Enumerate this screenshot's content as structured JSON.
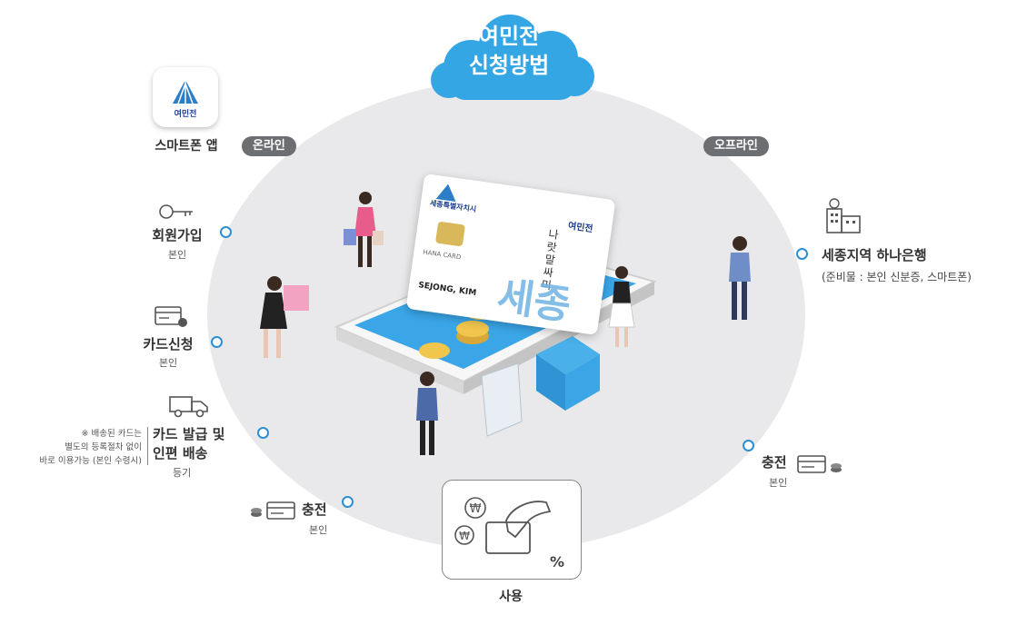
{
  "header": {
    "line1": "여민전",
    "line2": "신청방법"
  },
  "online": {
    "pill": "온라인",
    "app_label": "스마트폰 앱",
    "app_logo_text": "여민전",
    "steps": [
      {
        "title": "회원가입",
        "sub": "본인"
      },
      {
        "title": "카드신청",
        "sub": "본인"
      },
      {
        "title_1": "카드 발급 및",
        "title_2": "인편 배송",
        "sub": "등기"
      },
      {
        "title": "충전",
        "sub": "본인"
      }
    ],
    "note": [
      "※ 배송된 카드는",
      "별도의 등록절차 없이",
      "바로 이용가능 (본인 수령시)"
    ]
  },
  "offline": {
    "pill": "오프라인",
    "bank": {
      "title": "세종지역 하나은행",
      "sub": "(준비물 : 본인 신분증, 스마트폰)"
    },
    "charge": {
      "title": "충전",
      "sub": "본인"
    }
  },
  "usage": {
    "label": "사용",
    "percent": "%"
  },
  "card": {
    "issuer": "세종특별자치시",
    "brand": "여민전",
    "hana": "HANA CARD",
    "holder": "SEJONG, KIM",
    "vertical_text": "나랏말싸미",
    "big_text": "세종"
  },
  "colors": {
    "accent": "#2c8fd1",
    "cloud": "#33a6e3",
    "ellipse": "#e9e9eb",
    "pill": "#6d6e71"
  }
}
